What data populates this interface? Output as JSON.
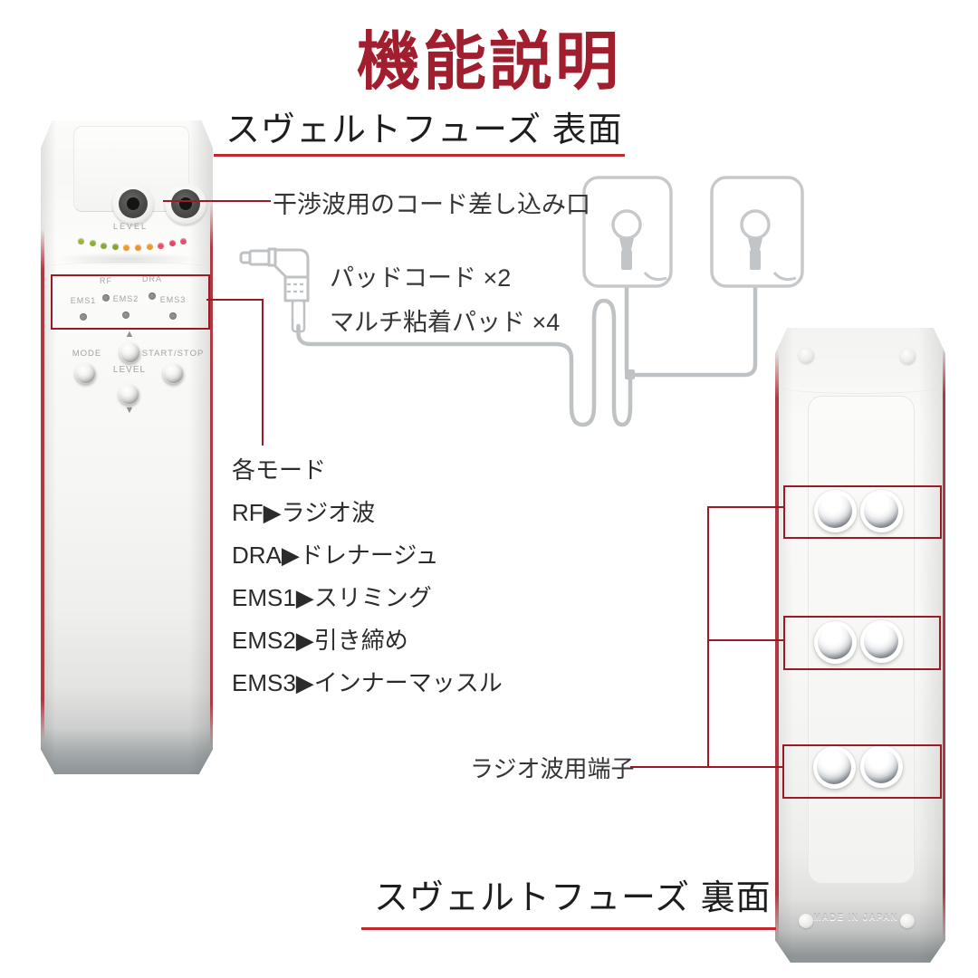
{
  "title": "機能説明",
  "front": {
    "heading": "スヴェルトフューズ 表面",
    "jack_label": "干渉波用のコード差し込み口",
    "pad_cord_label": "パッドコード ×2",
    "pad_label": "マルチ粘着パッド ×4",
    "level_label": "LEVEL",
    "mode_indicators": [
      "RF",
      "DRA",
      "EMS1",
      "EMS2",
      "EMS3"
    ],
    "buttons": {
      "up": "▲",
      "down": "▼",
      "mode": "MODE",
      "level": "LEVEL",
      "start_stop": "START/STOP"
    },
    "led_colors": [
      "#9ab63e",
      "#8fae36",
      "#89a933",
      "#84a532",
      "#f09a2c",
      "#ee9126",
      "#f0982a",
      "#e84e6e",
      "#e64569",
      "#e64e70"
    ]
  },
  "modes": {
    "heading": "各モード",
    "items": [
      "RF▶ラジオ波",
      "DRA▶ドレナージュ",
      "EMS1▶スリミング",
      "EMS2▶引き締め",
      "EMS3▶インナーマッスル"
    ]
  },
  "back": {
    "heading": "スヴェルトフューズ 裏面",
    "terminal_label": "ラジオ波用端子",
    "made_in": "MADE IN JAPAN"
  },
  "colors": {
    "title_red": "#a01e2e",
    "underline_red": "#c1272d",
    "annotation_red": "#9a1b26",
    "device_trim_red": "#ae3a41",
    "cord_gray": "#bfc2c4",
    "pad_gray": "#c6c9cb"
  }
}
